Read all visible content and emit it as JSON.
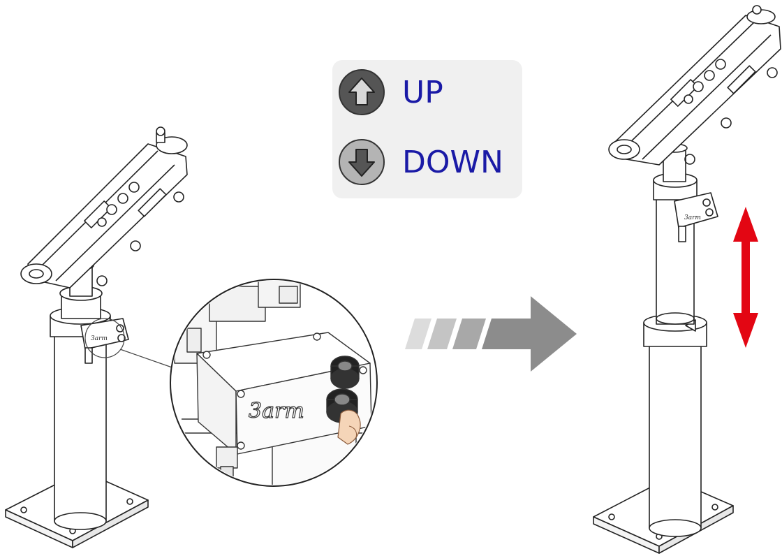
{
  "legend": {
    "up_label": "UP",
    "down_label": "DOWN"
  },
  "brand": {
    "logo_text": "3arm"
  },
  "colors": {
    "legend_text": "#1a1aa6",
    "motion_arrow": "#e30613",
    "progress_arrow": "#8c8c8c"
  },
  "icons": {
    "up": "up-arrow-button-icon",
    "down": "down-arrow-button-icon",
    "motion": "vertical-double-arrow-icon",
    "transition": "right-arrow-icon"
  }
}
